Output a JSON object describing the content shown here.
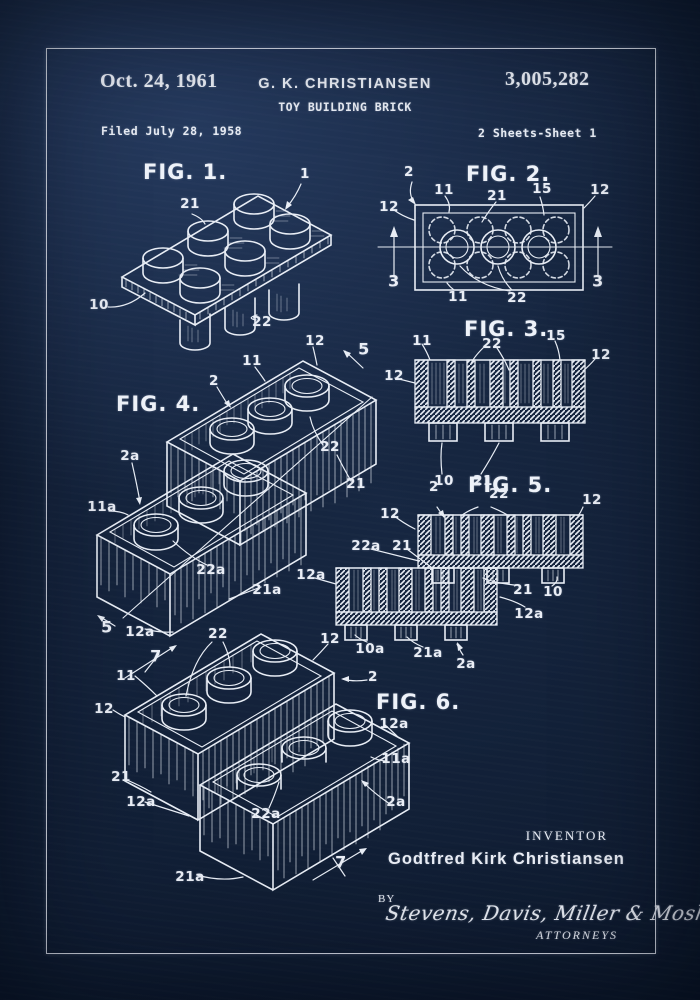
{
  "header": {
    "date": "Oct. 24, 1961",
    "inventor_short": "G. K. CHRISTIANSEN",
    "patent_number": "3,005,282",
    "title": "TOY BUILDING BRICK",
    "filed": "Filed July 28, 1958",
    "sheet": "2 Sheets-Sheet 1"
  },
  "figures": {
    "fig1": {
      "title": "FIG. 1.",
      "labels": [
        "21",
        "1",
        "10",
        "22"
      ]
    },
    "fig2": {
      "title": "FIG. 2.",
      "labels": [
        "2",
        "11",
        "21",
        "15",
        "12",
        "12",
        "3",
        "3",
        "11",
        "22"
      ]
    },
    "fig3": {
      "title": "FIG. 3.",
      "labels": [
        "11",
        "22",
        "15",
        "12",
        "12",
        "10",
        "21"
      ]
    },
    "fig4": {
      "title": "FIG. 4.",
      "labels": [
        "12",
        "5",
        "11",
        "2",
        "22",
        "21",
        "2a",
        "11a",
        "22a",
        "21a",
        "5",
        "12a"
      ]
    },
    "fig5": {
      "title": "FIG. 5.",
      "labels": [
        "2",
        "22",
        "12",
        "12",
        "22a",
        "21",
        "21",
        "10",
        "12a",
        "12a",
        "10a",
        "21a",
        "2a"
      ]
    },
    "fig6": {
      "title": "FIG. 6.",
      "labels": [
        "22",
        "7",
        "12",
        "11",
        "12",
        "2",
        "12a",
        "11a",
        "21",
        "12a",
        "2a",
        "22a",
        "21a",
        "7"
      ]
    }
  },
  "footer": {
    "inventor_caption": "INVENTOR",
    "inventor_full_name": "Godtfred Kirk Christiansen",
    "by": "BY",
    "signature": "Stevens, Davis, Miller & Mosher",
    "attorneys": "ATTORNEYS"
  }
}
